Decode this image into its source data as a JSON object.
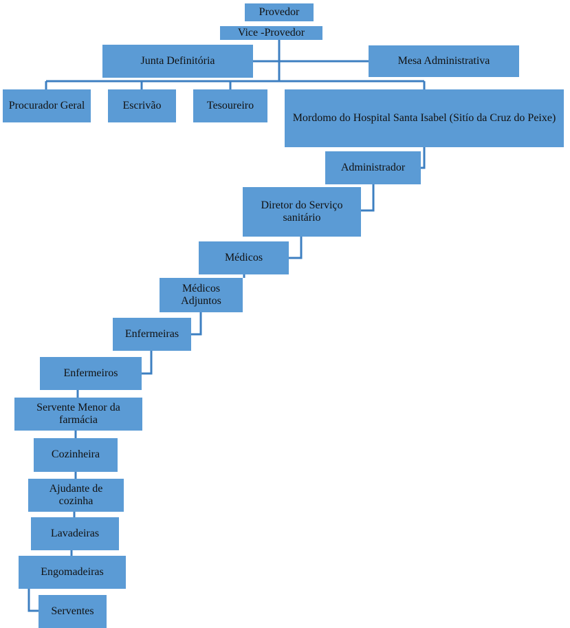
{
  "nodes": [
    {
      "id": "provedor",
      "label": "Provedor"
    },
    {
      "id": "vice-provedor",
      "label": "Vice -Provedor"
    },
    {
      "id": "junta-definitoria",
      "label": "Junta Definitória"
    },
    {
      "id": "mesa-administrativa",
      "label": "Mesa Administrativa"
    },
    {
      "id": "procurador-geral",
      "label": "Procurador Geral"
    },
    {
      "id": "escrivao",
      "label": "Escrivão"
    },
    {
      "id": "tesoureiro",
      "label": "Tesoureiro"
    },
    {
      "id": "mordomo",
      "label": "Mordomo do Hospital Santa Isabel (Sitío da Cruz do Peixe)"
    },
    {
      "id": "administrador",
      "label": "Administrador"
    },
    {
      "id": "diretor-servico-sanitario",
      "label": "Diretor do Serviço sanitário"
    },
    {
      "id": "medicos",
      "label": "Médicos"
    },
    {
      "id": "medicos-adjuntos",
      "label": "Médicos Adjuntos"
    },
    {
      "id": "enfermeiras",
      "label": "Enfermeiras"
    },
    {
      "id": "enfermeiros",
      "label": "Enfermeiros"
    },
    {
      "id": "servente-menor-farmacia",
      "label": "Servente Menor da farmácia"
    },
    {
      "id": "cozinheira",
      "label": "Cozinheira"
    },
    {
      "id": "ajudante-cozinha",
      "label": "Ajudante de cozinha"
    },
    {
      "id": "lavadeiras",
      "label": "Lavadeiras"
    },
    {
      "id": "engomadeiras",
      "label": "Engomadeiras"
    },
    {
      "id": "serventes",
      "label": "Serventes"
    }
  ],
  "colors": {
    "box_fill": "#5b9bd5",
    "connector": "#3d7fc1",
    "text": "#111111"
  }
}
